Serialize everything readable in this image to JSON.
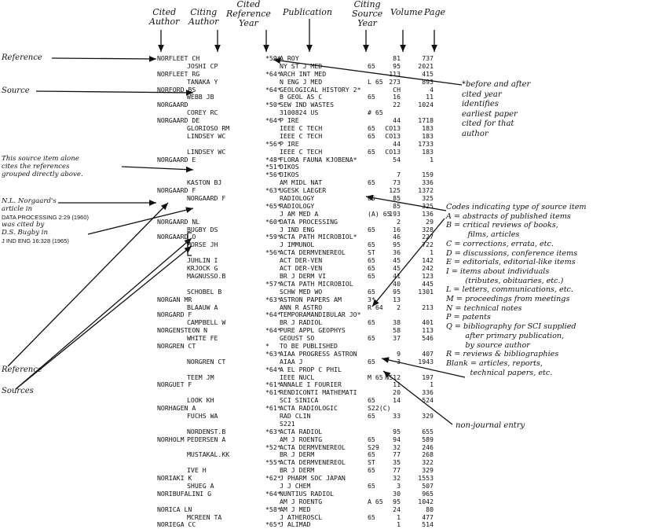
{
  "headers": {
    "cited_author": "Cited\nAuthor",
    "citing_author": "Citing\nAuthor",
    "cited_year": "Cited\nReference\nYear",
    "publication": "Publication",
    "source_year": "Citing\nSource\nYear",
    "volume": "Volume",
    "page": "Page"
  },
  "labels": {
    "reference_top": "Reference",
    "source": "Source",
    "source_item_alone": "This source item alone\ncites the references\ngrouped directly above.",
    "nw_prefix": "N.L. Norgaard's\narticle in",
    "nw_citation": "DATA PROCESSING 2:29 (1960)",
    "nw_suffix": "was cited by\nD.S. Bugby in",
    "nw_journal": "J IND ENG 16:328 (1965)",
    "reference_bottom": "Reference",
    "sources": "Sources",
    "year_note": "*before and after\ncited year\nidentifies\nearliest paper\ncited for that\nauthor",
    "non_journal": "non-journal entry"
  },
  "codes": {
    "title": "Codes indicating type of source item",
    "items": [
      "A = abstracts of published items",
      "B = critical reviews of books,",
      "         films, articles",
      "C = corrections, errata, etc.",
      "D = discussions, conference items",
      "E = editorials, editorial-like items",
      "I = items about individuals",
      "        (tributes, obituaries, etc.)",
      "L = letters, communications, etc.",
      "M = proceedings from meetings",
      "N = technical notes",
      "P = patents",
      "Q = bibliography for SCI supplied",
      "        after primary publication,",
      "        by source author",
      "R = reviews & bibliographies",
      "Blank = articles, reports,",
      "          technical papers, etc."
    ]
  },
  "rows": [
    {
      "a": "NORFLEET CH",
      "c": "",
      "y": "*59*",
      "p": "A ROY",
      "s": "",
      "v": "81",
      "g": "737"
    },
    {
      "a": "",
      "c": "JOSHI CP",
      "y": "",
      "p": "NY ST J MED",
      "s": "65",
      "v": "95",
      "g": "2021"
    },
    {
      "a": "NORFLEET RG",
      "c": "",
      "y": "*64*",
      "p": "ARCH INT MED",
      "s": "",
      "v": "113",
      "g": "415"
    },
    {
      "a": "",
      "c": "TANAKA Y",
      "y": "",
      "p": "N ENG J MED",
      "s": "L 65",
      "v": "273",
      "g": "893"
    },
    {
      "a": "NORFORD BS",
      "c": "",
      "y": "*64*",
      "p": "GEOLOGICAL HISTORY 2*",
      "s": "",
      "v": "CH",
      "g": "4"
    },
    {
      "a": "",
      "c": "WEBB JB",
      "y": "",
      "p": "B GEOL AS C",
      "s": "65",
      "v": "16",
      "g": "11"
    },
    {
      "a": "NORGAARD",
      "c": "",
      "y": "*50*",
      "p": "SEW IND WASTES",
      "s": "",
      "v": "22",
      "g": "1024"
    },
    {
      "a": "",
      "c": "COREY RC",
      "y": "",
      "p": "3100824 US",
      "s": "# 65",
      "v": "",
      "g": ""
    },
    {
      "a": "NORGAARD DE",
      "c": "",
      "y": "*64*",
      "p": "P IRE",
      "s": "",
      "v": "44",
      "g": "1718"
    },
    {
      "a": "",
      "c": "GLORIOSO RM",
      "y": "",
      "p": "IEEE C TECH",
      "s": "65",
      "v": "CO13",
      "g": "183"
    },
    {
      "a": "",
      "c": "LINDSEY WC",
      "y": "",
      "p": "IEEE C TECH",
      "s": "65",
      "v": "CO13",
      "g": "183"
    },
    {
      "a": "",
      "c": "",
      "y": "*56*",
      "p": "P IRE",
      "s": "",
      "v": "44",
      "g": "1733"
    },
    {
      "a": "",
      "c": "LINDSEY WC",
      "y": "",
      "p": "IEEE C TECH",
      "s": "65",
      "v": "CO13",
      "g": "183"
    },
    {
      "a": "NORGAARD E",
      "c": "",
      "y": "*48*",
      "p": "FLORA FAUNA KJOBENA*",
      "s": "",
      "v": "54",
      "g": "1"
    },
    {
      "a": "",
      "c": "",
      "y": "*51*",
      "p": "DIKOS",
      "s": "",
      "v": "",
      "g": ""
    },
    {
      "a": "",
      "c": "",
      "y": "*56*",
      "p": "DIKOS",
      "s": "",
      "v": "7",
      "g": "159"
    },
    {
      "a": "",
      "c": "KASTON BJ",
      "y": "",
      "p": "AM MIDL NAT",
      "s": "65",
      "v": "73",
      "g": "336"
    },
    {
      "a": "NORGAARD F",
      "c": "",
      "y": "*63*",
      "p": "UGESK LAEGER",
      "s": "",
      "v": "125",
      "g": "1372"
    },
    {
      "a": "",
      "c": "NORGAARD F",
      "y": "",
      "p": "RADIOLOGY",
      "s": "65",
      "v": "85",
      "g": "325"
    },
    {
      "a": "",
      "c": "",
      "y": "*65*",
      "p": "RADIOLOGY",
      "s": "",
      "v": "85",
      "g": "325"
    },
    {
      "a": "",
      "c": "",
      "y": "",
      "p": "J AM MED A",
      "s": "(A) 65",
      "v": "193",
      "g": "136"
    },
    {
      "a": "NORGAARD NL",
      "c": "",
      "y": "*60*",
      "p": "DATA PROCESSING",
      "s": "",
      "v": "2",
      "g": "29"
    },
    {
      "a": "",
      "c": "BUGBY DS",
      "y": "",
      "p": "J IND ENG",
      "s": "65",
      "v": "16",
      "g": "328"
    },
    {
      "a": "NORGAARD O",
      "c": "",
      "y": "*59*",
      "p": "ACTA PATH MICROBIOL*",
      "s": "",
      "v": "46",
      "g": "227"
    },
    {
      "a": "",
      "c": "MORSE JH",
      "y": "",
      "p": "J IMMUNOL",
      "s": "65",
      "v": "95",
      "g": "722"
    },
    {
      "a": "",
      "c": "",
      "y": "*56*",
      "p": "ACTA DERMVENEREOL",
      "s": "ST",
      "v": "36",
      "g": "1"
    },
    {
      "a": "",
      "c": "JUHLIN I",
      "y": "",
      "p": "ACT DER-VEN",
      "s": "65",
      "v": "45",
      "g": "142"
    },
    {
      "a": "",
      "c": "KRJOCK G",
      "y": "",
      "p": "ACT DER-VEN",
      "s": "65",
      "v": "45",
      "g": "242"
    },
    {
      "a": "",
      "c": "MAGNUSSO.B",
      "y": "",
      "p": "BR J DERM VI",
      "s": "65",
      "v": "41",
      "g": "123"
    },
    {
      "a": "",
      "c": "",
      "y": "*57*",
      "p": "ACTA PATH MICROBIOL",
      "s": "",
      "v": "40",
      "g": "445"
    },
    {
      "a": "",
      "c": "SCHOBEL B",
      "y": "",
      "p": "SCHW MED WO",
      "s": "65",
      "v": "95",
      "g": "1301"
    },
    {
      "a": "NORGAN MR",
      "c": "",
      "y": "*63*",
      "p": "ASTRON PAPERS AM",
      "s": "3*",
      "v": "13",
      "g": ""
    },
    {
      "a": "",
      "c": "BLAAUW A",
      "y": "",
      "p": "ANN R ASTRO",
      "s": "R 64",
      "v": "2",
      "g": "213"
    },
    {
      "a": "NORGARD F",
      "c": "",
      "y": "*64*",
      "p": "TEMPORAMANDIBULAR JO*",
      "s": "",
      "v": "",
      "g": ""
    },
    {
      "a": "",
      "c": "CAMPBELL W",
      "y": "",
      "p": "BR J RADIOL",
      "s": "65",
      "v": "38",
      "g": "401"
    },
    {
      "a": "NORGENSTEON N",
      "c": "",
      "y": "*64*",
      "p": "PURE APPL GEOPHYS",
      "s": "",
      "v": "58",
      "g": "113"
    },
    {
      "a": "",
      "c": "WHITE FE",
      "y": "",
      "p": "GEOUST SO",
      "s": "65",
      "v": "37",
      "g": "546"
    },
    {
      "a": "NORGREN CT",
      "c": "",
      "y": "*",
      "p": "TO BE PUBLISHED",
      "s": "",
      "v": "",
      "g": ""
    },
    {
      "a": "",
      "c": "",
      "y": "*63*",
      "p": "AIAA PROGRESS ASTRON",
      "s": "",
      "v": "9",
      "g": "407"
    },
    {
      "a": "",
      "c": "NORGREN CT",
      "y": "",
      "p": "AIAA J",
      "s": "65",
      "v": "3",
      "g": "1943"
    },
    {
      "a": "",
      "c": "",
      "y": "*64*",
      "p": "A EL PROP C PHIL",
      "s": "",
      "v": "",
      "g": ""
    },
    {
      "a": "",
      "c": "TEEM JM",
      "y": "",
      "p": "IEEE NUCL",
      "s": "M 65",
      "v": "NS12",
      "g": "197"
    },
    {
      "a": "NORGUET F",
      "c": "",
      "y": "*61*",
      "p": "ANNALE I FOURIER",
      "s": "",
      "v": "11",
      "g": "1"
    },
    {
      "a": "",
      "c": "",
      "y": "*61*",
      "p": "RENDICONTI MATHEMATI",
      "s": "",
      "v": "20",
      "g": "336"
    },
    {
      "a": "",
      "c": "LOOK KH",
      "y": "",
      "p": "SCI SINICA",
      "s": "65",
      "v": "14",
      "g": "524"
    },
    {
      "a": "NORHAGEN A",
      "c": "",
      "y": "*61*",
      "p": "ACTA RADIOLOGIC",
      "s": "S22(C)",
      "v": "",
      "g": ""
    },
    {
      "a": "",
      "c": "FUCHS WA",
      "y": "",
      "p": "RAD CLIN",
      "s": "65",
      "v": "33",
      "g": "329"
    },
    {
      "a": "",
      "c": "",
      "y": "",
      "p": "S221",
      "s": "",
      "v": "",
      "g": ""
    },
    {
      "a": "",
      "c": "NORDENST.B",
      "y": "*63*",
      "p": "ACTA RADIOL",
      "s": "",
      "v": "95",
      "g": "655"
    },
    {
      "a": "NORHOLM",
      "c": "PEDERSEN A",
      "y": "",
      "p": "AM J ROENTG",
      "s": "65",
      "v": "94",
      "g": "589"
    },
    {
      "a": "",
      "c": "",
      "y": "*52*",
      "p": "ACTA DERMVENEREOL",
      "s": "S29",
      "v": "32",
      "g": "246"
    },
    {
      "a": "",
      "c": "MUSTAKAL.KK",
      "y": "",
      "p": "BR J DERM",
      "s": "65",
      "v": "77",
      "g": "268"
    },
    {
      "a": "",
      "c": "",
      "y": "*55*",
      "p": "ACTA DERMVENEREOL",
      "s": "ST",
      "v": "35",
      "g": "322"
    },
    {
      "a": "",
      "c": "IVE H",
      "y": "",
      "p": "BR J DERM",
      "s": "65",
      "v": "77",
      "g": "329"
    },
    {
      "a": "NORIAKI K",
      "c": "",
      "y": "*62*",
      "p": "J PHARM SOC JAPAN",
      "s": "",
      "v": "32",
      "g": "1553"
    },
    {
      "a": "",
      "c": "SHUEG A",
      "y": "",
      "p": "J J CHEM",
      "s": "65",
      "v": "3",
      "g": "507"
    },
    {
      "a": "NORIBUFALINI G",
      "c": "",
      "y": "*64*",
      "p": "NUNTIUS RADIOL",
      "s": "",
      "v": "30",
      "g": "965"
    },
    {
      "a": "",
      "c": "",
      "y": "",
      "p": "AM J ROENTG",
      "s": "A 65",
      "v": "95",
      "g": "1042"
    },
    {
      "a": "NORICA LN",
      "c": "",
      "y": "*58*",
      "p": "AM J MED",
      "s": "",
      "v": "24",
      "g": "80"
    },
    {
      "a": "",
      "c": "MCREEN TA",
      "y": "",
      "p": "J ATHEROSCL",
      "s": "65",
      "v": "1",
      "g": "477"
    },
    {
      "a": "NORIEGA CC",
      "c": "",
      "y": "*65*",
      "p": "J ALIMAD",
      "s": "",
      "v": "1",
      "g": "514"
    }
  ]
}
